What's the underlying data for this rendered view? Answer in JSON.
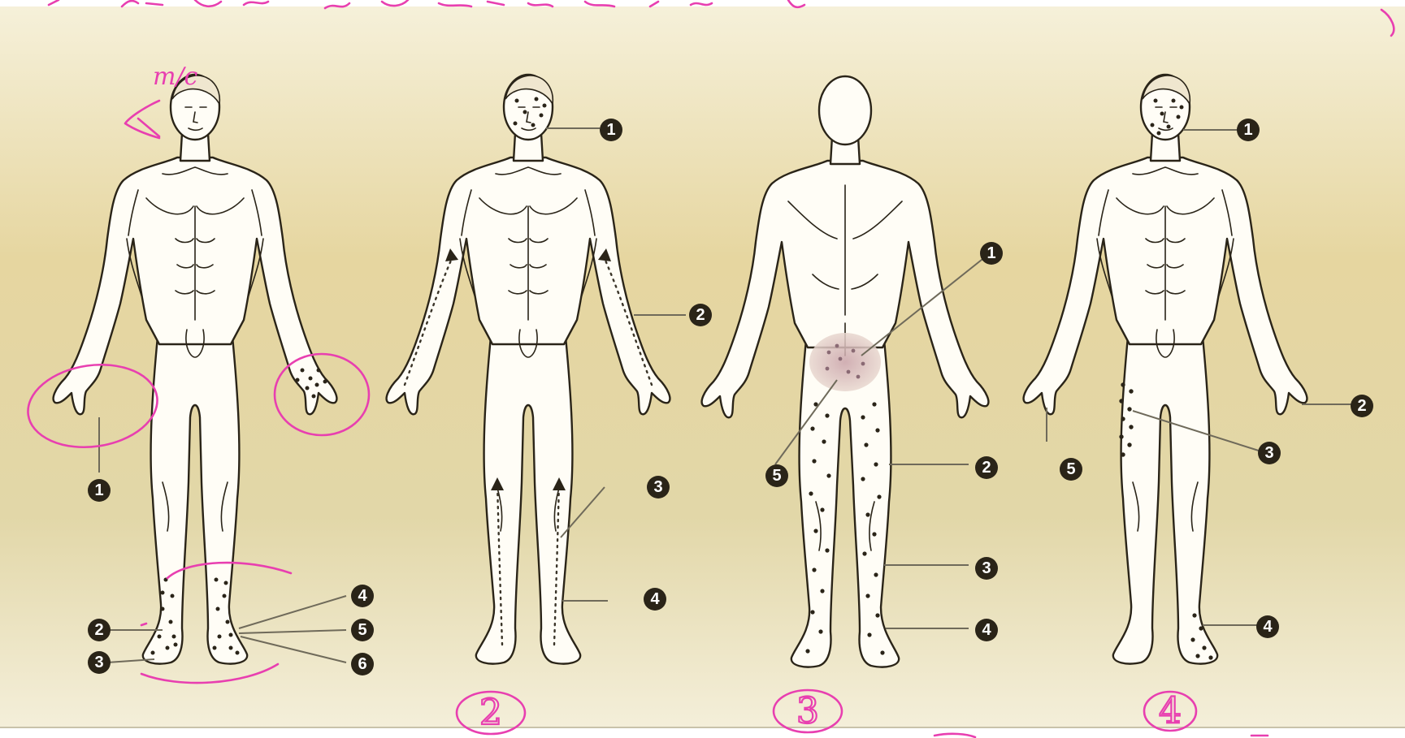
{
  "figures": [
    {
      "id": "figure-1",
      "hand_note": "m/c",
      "callouts": [
        "1",
        "2",
        "3",
        "4",
        "5",
        "6"
      ],
      "pattern": "dots-hand-and-feet",
      "circled_label": ""
    },
    {
      "id": "figure-2",
      "callouts": [
        "1",
        "2",
        "3",
        "4"
      ],
      "pattern": "face-dots-and-limb-arrows",
      "circled_label": "2"
    },
    {
      "id": "figure-3",
      "callouts": [
        "1",
        "2",
        "3",
        "4",
        "5"
      ],
      "pattern": "posterior-buttock-and-legs",
      "circled_label": "3"
    },
    {
      "id": "figure-4",
      "callouts": [
        "1",
        "2",
        "3",
        "4",
        "5"
      ],
      "pattern": "face-thigh-foot-dots",
      "circled_label": "4"
    }
  ],
  "colors": {
    "background_top": "#f2ecd1",
    "background_mid": "#e1cf94",
    "background_bottom": "#f4efda",
    "annotation_ink": "#e83fb0",
    "callout_fill": "#2a2418"
  },
  "top_scribble_present": true
}
